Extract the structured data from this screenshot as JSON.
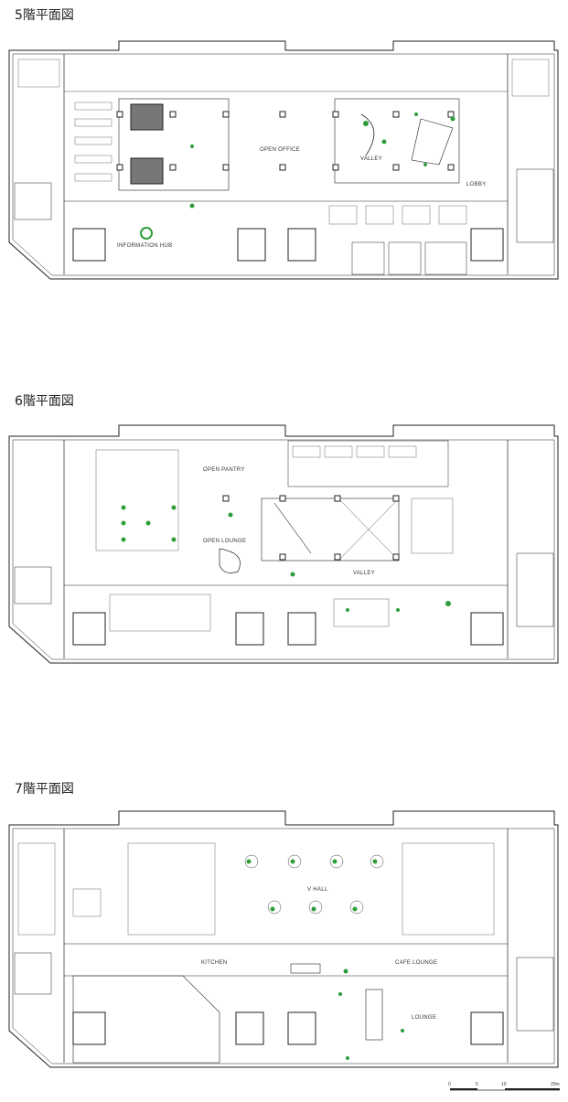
{
  "floors": [
    {
      "title": "5階平面図",
      "labels": {
        "open_office": "OPEN OFFICE",
        "valley": "VALLEY",
        "lobby": "LOBBY",
        "information_hub": "INFORMATION HUB"
      }
    },
    {
      "title": "6階平面図",
      "labels": {
        "open_pantry": "OPEN PANTRY",
        "open_lounge": "OPEN LOUNGE",
        "valley": "VALLEY"
      }
    },
    {
      "title": "7階平面図",
      "labels": {
        "v_hall": "V HALL",
        "kitchen": "KITCHEN",
        "cafe_lounge": "CAFE LOUNGE",
        "lounge": "LOUNGE"
      }
    }
  ],
  "scale_bar": {
    "ticks": [
      "0",
      "5",
      "10",
      "20m"
    ]
  },
  "colors": {
    "line": "#222222",
    "plant_green": "#2e9e3a",
    "hatch_gray": "#555555"
  }
}
